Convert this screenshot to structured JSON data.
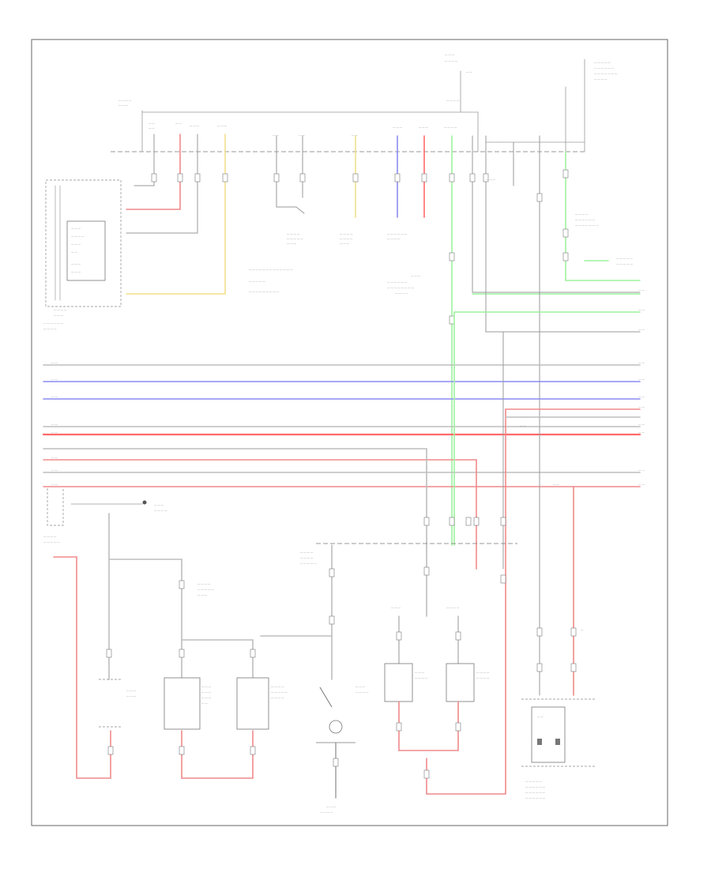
{
  "title": "",
  "footer_code": "",
  "components": [
    "combination switch",
    "headlight switch",
    "driver's door switch",
    "passenger door switch",
    "trunk/tailgate switch",
    "door lock actuator",
    "gauge assembly",
    "body control module",
    "relay box",
    "ground"
  ],
  "wire_colors": {
    "grey": "#bdbdbd",
    "red": "#f08a8a",
    "blue": "#8c8cf2",
    "green": "#9ef29e",
    "yellow": "#f2e08c"
  }
}
